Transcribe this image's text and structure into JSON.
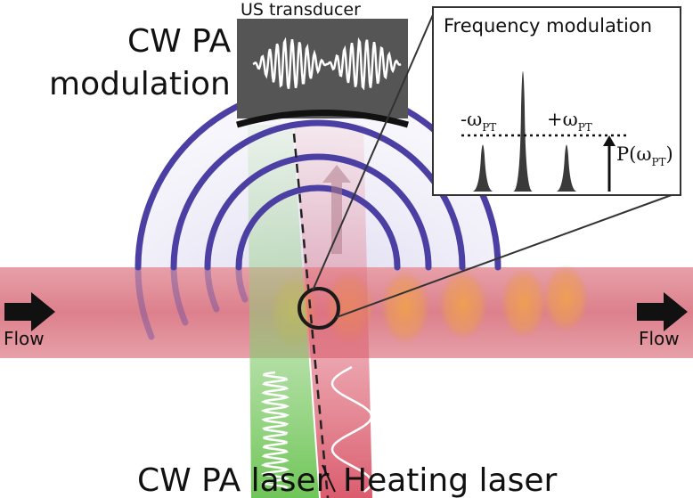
{
  "labels": {
    "transducer": "US transducer",
    "cw_pa_line1": "CW PA",
    "cw_pa_line2": "modulation",
    "flow_left": "Flow",
    "flow_right": "Flow",
    "cw_pa_laser": "CW PA laser",
    "heating_laser": "Heating laser"
  },
  "inset": {
    "title": "Frequency modulation",
    "minus_label": "-ω",
    "plus_label": "+ω",
    "pt_subscript": "PT",
    "power_label": "P(ω",
    "power_close": ")"
  },
  "colors": {
    "blood_vessel": "#d97b88",
    "green_beam": "#8fcf7a",
    "red_beam": "#d9505f",
    "rings": "#4b3fa3",
    "transducer": "#555555"
  }
}
